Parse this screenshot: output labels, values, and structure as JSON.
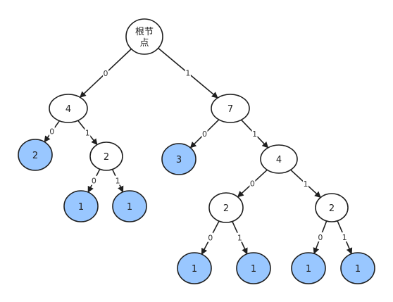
{
  "colors": {
    "leaf_fill": "#99c7ff",
    "internal_fill": "#ffffff",
    "stroke": "#1f1f1f"
  },
  "tree": {
    "nodes": [
      {
        "id": "root",
        "lines": [
          "根节",
          "点"
        ],
        "leaf": false
      },
      {
        "id": "n4a",
        "lines": [
          "4"
        ],
        "leaf": false
      },
      {
        "id": "n7",
        "lines": [
          "7"
        ],
        "leaf": false
      },
      {
        "id": "n2leaf",
        "lines": [
          "2"
        ],
        "leaf": true
      },
      {
        "id": "n2a",
        "lines": [
          "2"
        ],
        "leaf": false
      },
      {
        "id": "n3leaf",
        "lines": [
          "3"
        ],
        "leaf": true
      },
      {
        "id": "n4b",
        "lines": [
          "4"
        ],
        "leaf": false
      },
      {
        "id": "n1a",
        "lines": [
          "1"
        ],
        "leaf": true
      },
      {
        "id": "n1b",
        "lines": [
          "1"
        ],
        "leaf": true
      },
      {
        "id": "n2b",
        "lines": [
          "2"
        ],
        "leaf": false
      },
      {
        "id": "n2c",
        "lines": [
          "2"
        ],
        "leaf": false
      },
      {
        "id": "n1c",
        "lines": [
          "1"
        ],
        "leaf": true
      },
      {
        "id": "n1d",
        "lines": [
          "1"
        ],
        "leaf": true
      },
      {
        "id": "n1e",
        "lines": [
          "1"
        ],
        "leaf": true
      },
      {
        "id": "n1f",
        "lines": [
          "1"
        ],
        "leaf": true
      }
    ],
    "edges": [
      {
        "from": "root",
        "to": "n4a",
        "label": "0"
      },
      {
        "from": "root",
        "to": "n7",
        "label": "1"
      },
      {
        "from": "n4a",
        "to": "n2leaf",
        "label": "0"
      },
      {
        "from": "n4a",
        "to": "n2a",
        "label": "1"
      },
      {
        "from": "n2a",
        "to": "n1a",
        "label": "0"
      },
      {
        "from": "n2a",
        "to": "n1b",
        "label": "1"
      },
      {
        "from": "n7",
        "to": "n3leaf",
        "label": "0"
      },
      {
        "from": "n7",
        "to": "n4b",
        "label": "1"
      },
      {
        "from": "n4b",
        "to": "n2b",
        "label": "0"
      },
      {
        "from": "n4b",
        "to": "n2c",
        "label": "1"
      },
      {
        "from": "n2b",
        "to": "n1c",
        "label": "0"
      },
      {
        "from": "n2b",
        "to": "n1d",
        "label": "1"
      },
      {
        "from": "n2c",
        "to": "n1e",
        "label": "0"
      },
      {
        "from": "n2c",
        "to": "n1f",
        "label": "1"
      }
    ]
  }
}
